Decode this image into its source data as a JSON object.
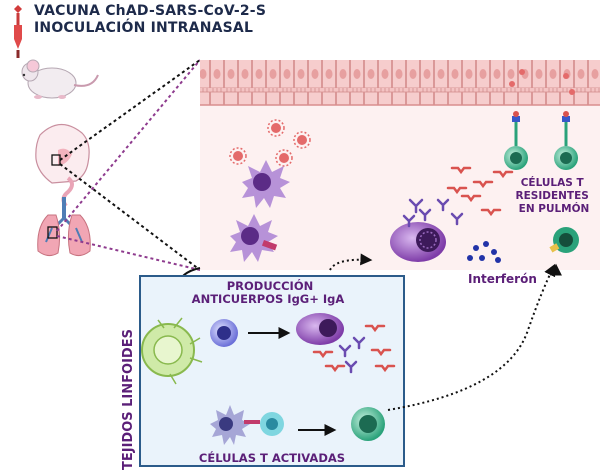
{
  "title": {
    "line1": "VACUNA ChAD-SARS-CoV-2-S",
    "line2": "INOCULACIÓN INTRANASAL"
  },
  "labels": {
    "produccion_line1": "PRODUCCIÓN",
    "produccion_line2": "ANTICUERPOS IgG+ IgA",
    "tejidos": "TEJIDOS LINFOIDES",
    "interferon": "Interferón",
    "celulas_t_line1": "CÉLULAS T",
    "celulas_t_line2": "RESIDENTES",
    "celulas_t_line3": "EN PULMÓN",
    "activadas": "CÉLULAS T ACTIVADAS"
  },
  "colors": {
    "title_text": "#1d2a4a",
    "label_text": "#5b1f78",
    "epithelium": "#f3b9b9",
    "tissue_bg": "#fbeaea",
    "lymph_box_border": "#2b5b8a",
    "lymph_box_bg": "#eaf3fb",
    "t_cell_green": "#2fb38a",
    "virus_red": "#d9534f",
    "plasma_purple": "#8a3bb0"
  }
}
